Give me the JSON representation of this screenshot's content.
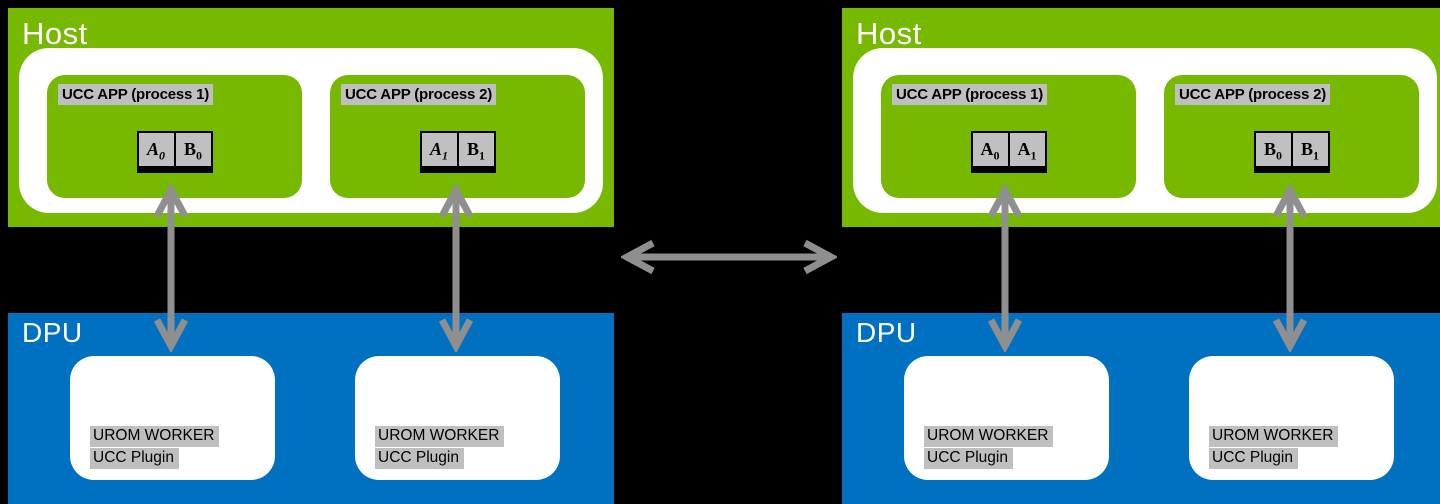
{
  "colors": {
    "green": "#76B900",
    "blue": "#0070C0",
    "white": "#FFFFFF",
    "bg": "#000000",
    "arrow": "#8F8F8F",
    "highlight": "#BFBFBF",
    "cell_bg": "#C0C0C0",
    "text": "#000000"
  },
  "icons": {
    "vertical_arrow": "bidirectional-vertical-arrow",
    "horizontal_arrow": "bidirectional-horizontal-arrow"
  },
  "panels": [
    {
      "host_label": "Host",
      "dpu_label": "DPU",
      "apps": [
        {
          "label": "UCC APP (process 1)",
          "cells": [
            {
              "letter": "A",
              "sub": "0",
              "italic": true
            },
            {
              "letter": "B",
              "sub": "0",
              "italic": false
            }
          ]
        },
        {
          "label": "UCC APP (process 2)",
          "cells": [
            {
              "letter": "A",
              "sub": "1",
              "italic": true
            },
            {
              "letter": "B",
              "sub": "1",
              "italic": false
            }
          ]
        }
      ],
      "workers": [
        {
          "line1": "UROM WORKER",
          "line2": "UCC Plugin"
        },
        {
          "line1": "UROM WORKER",
          "line2": "UCC Plugin"
        }
      ]
    },
    {
      "host_label": "Host",
      "dpu_label": "DPU",
      "apps": [
        {
          "label": "UCC APP (process 1)",
          "cells": [
            {
              "letter": "A",
              "sub": "0",
              "italic": false
            },
            {
              "letter": "A",
              "sub": "1",
              "italic": false
            }
          ]
        },
        {
          "label": "UCC APP (process 2)",
          "cells": [
            {
              "letter": "B",
              "sub": "0",
              "italic": false
            },
            {
              "letter": "B",
              "sub": "1",
              "italic": false
            }
          ]
        }
      ],
      "workers": [
        {
          "line1": "UROM WORKER",
          "line2": "UCC Plugin"
        },
        {
          "line1": "UROM WORKER",
          "line2": "UCC Plugin"
        }
      ]
    }
  ]
}
